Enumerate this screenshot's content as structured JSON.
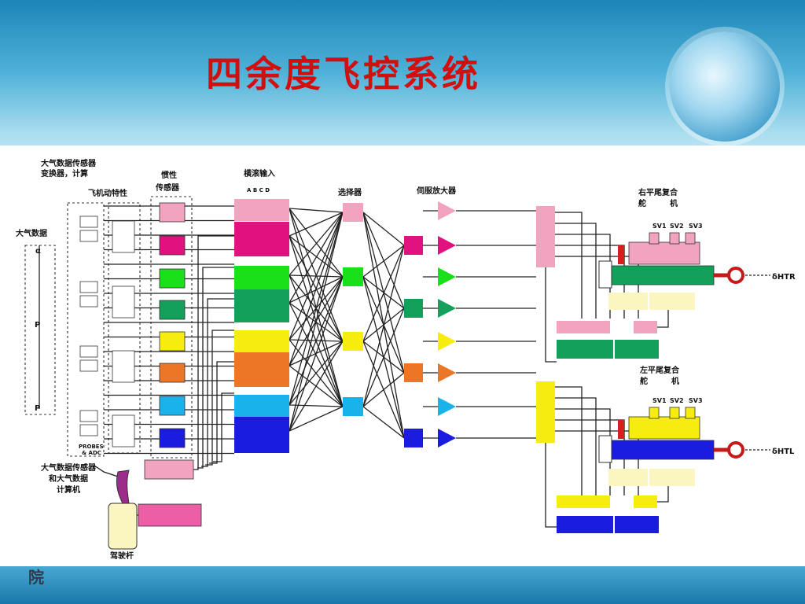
{
  "title": "四余度飞控系统",
  "labels": {
    "adc_sensor": "大气数据传感器",
    "adc_converter": "变换器，计算",
    "flight_dynamics": "飞机动特性",
    "inertial_l1": "惯性",
    "inertial_l2": "传感器",
    "input_channels": "横滚输入",
    "abcd": "A B C D",
    "selector": "选择器",
    "servo_amp": "伺服放大器",
    "air_data": "大气数据",
    "right_actuator_l1": "右平尾复合",
    "right_actuator_l2": "舵　　　机",
    "left_actuator_l1": "左平尾复合",
    "left_actuator_l2": "舵　　　机",
    "adc_computer_l1": "大气数据传感器",
    "adc_computer_l2": "和大气数据",
    "adc_computer_l3": "计算机",
    "stick": "驾驶杆",
    "probes": "PROBES",
    "adc": "& ADC",
    "delta_right": "δHTR",
    "delta_left": "δHTL",
    "sv1": "SV1",
    "sv2": "SV2",
    "sv3": "SV3",
    "alpha": "α",
    "p": "P",
    "college": "院"
  },
  "colors": {
    "title": "#d10f0f",
    "pink": "#f2a3c0",
    "magenta": "#e0127f",
    "green": "#19e019",
    "darkgreen": "#12a05a",
    "yellow": "#f7ec10",
    "orange": "#ec7625",
    "skyblue": "#1ab2ea",
    "blue": "#1a1de0",
    "paleyellow": "#fbf5c0"
  }
}
